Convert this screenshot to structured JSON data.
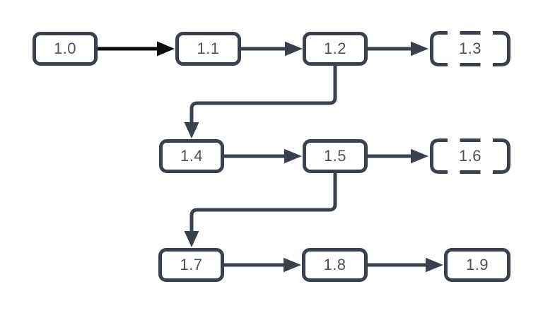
{
  "diagram": {
    "type": "flowchart",
    "description": "Version progression flowchart 1.0 through 1.9; 1.3 and 1.6 shown as dashed (tentative) nodes",
    "nodes": [
      {
        "id": "1.0",
        "label": "1.0",
        "style": "solid"
      },
      {
        "id": "1.1",
        "label": "1.1",
        "style": "solid"
      },
      {
        "id": "1.2",
        "label": "1.2",
        "style": "solid"
      },
      {
        "id": "1.3",
        "label": "1.3",
        "style": "dashed"
      },
      {
        "id": "1.4",
        "label": "1.4",
        "style": "solid"
      },
      {
        "id": "1.5",
        "label": "1.5",
        "style": "solid"
      },
      {
        "id": "1.6",
        "label": "1.6",
        "style": "dashed"
      },
      {
        "id": "1.7",
        "label": "1.7",
        "style": "solid"
      },
      {
        "id": "1.8",
        "label": "1.8",
        "style": "solid"
      },
      {
        "id": "1.9",
        "label": "1.9",
        "style": "solid"
      }
    ],
    "edges": [
      {
        "from": "1.0",
        "to": "1.1",
        "color": "black",
        "shape": "straight"
      },
      {
        "from": "1.1",
        "to": "1.2",
        "color": "slate",
        "shape": "straight"
      },
      {
        "from": "1.2",
        "to": "1.3",
        "color": "slate",
        "shape": "straight"
      },
      {
        "from": "1.2",
        "to": "1.4",
        "color": "slate",
        "shape": "elbow"
      },
      {
        "from": "1.4",
        "to": "1.5",
        "color": "slate",
        "shape": "straight"
      },
      {
        "from": "1.5",
        "to": "1.6",
        "color": "slate",
        "shape": "straight"
      },
      {
        "from": "1.5",
        "to": "1.7",
        "color": "slate",
        "shape": "elbow"
      },
      {
        "from": "1.7",
        "to": "1.8",
        "color": "slate",
        "shape": "straight"
      },
      {
        "from": "1.8",
        "to": "1.9",
        "color": "slate",
        "shape": "straight"
      }
    ],
    "colors": {
      "stroke": "#3a414d",
      "first_arrow": "#0d0d0d",
      "text": "#4b515c",
      "background": "#ffffff"
    }
  }
}
